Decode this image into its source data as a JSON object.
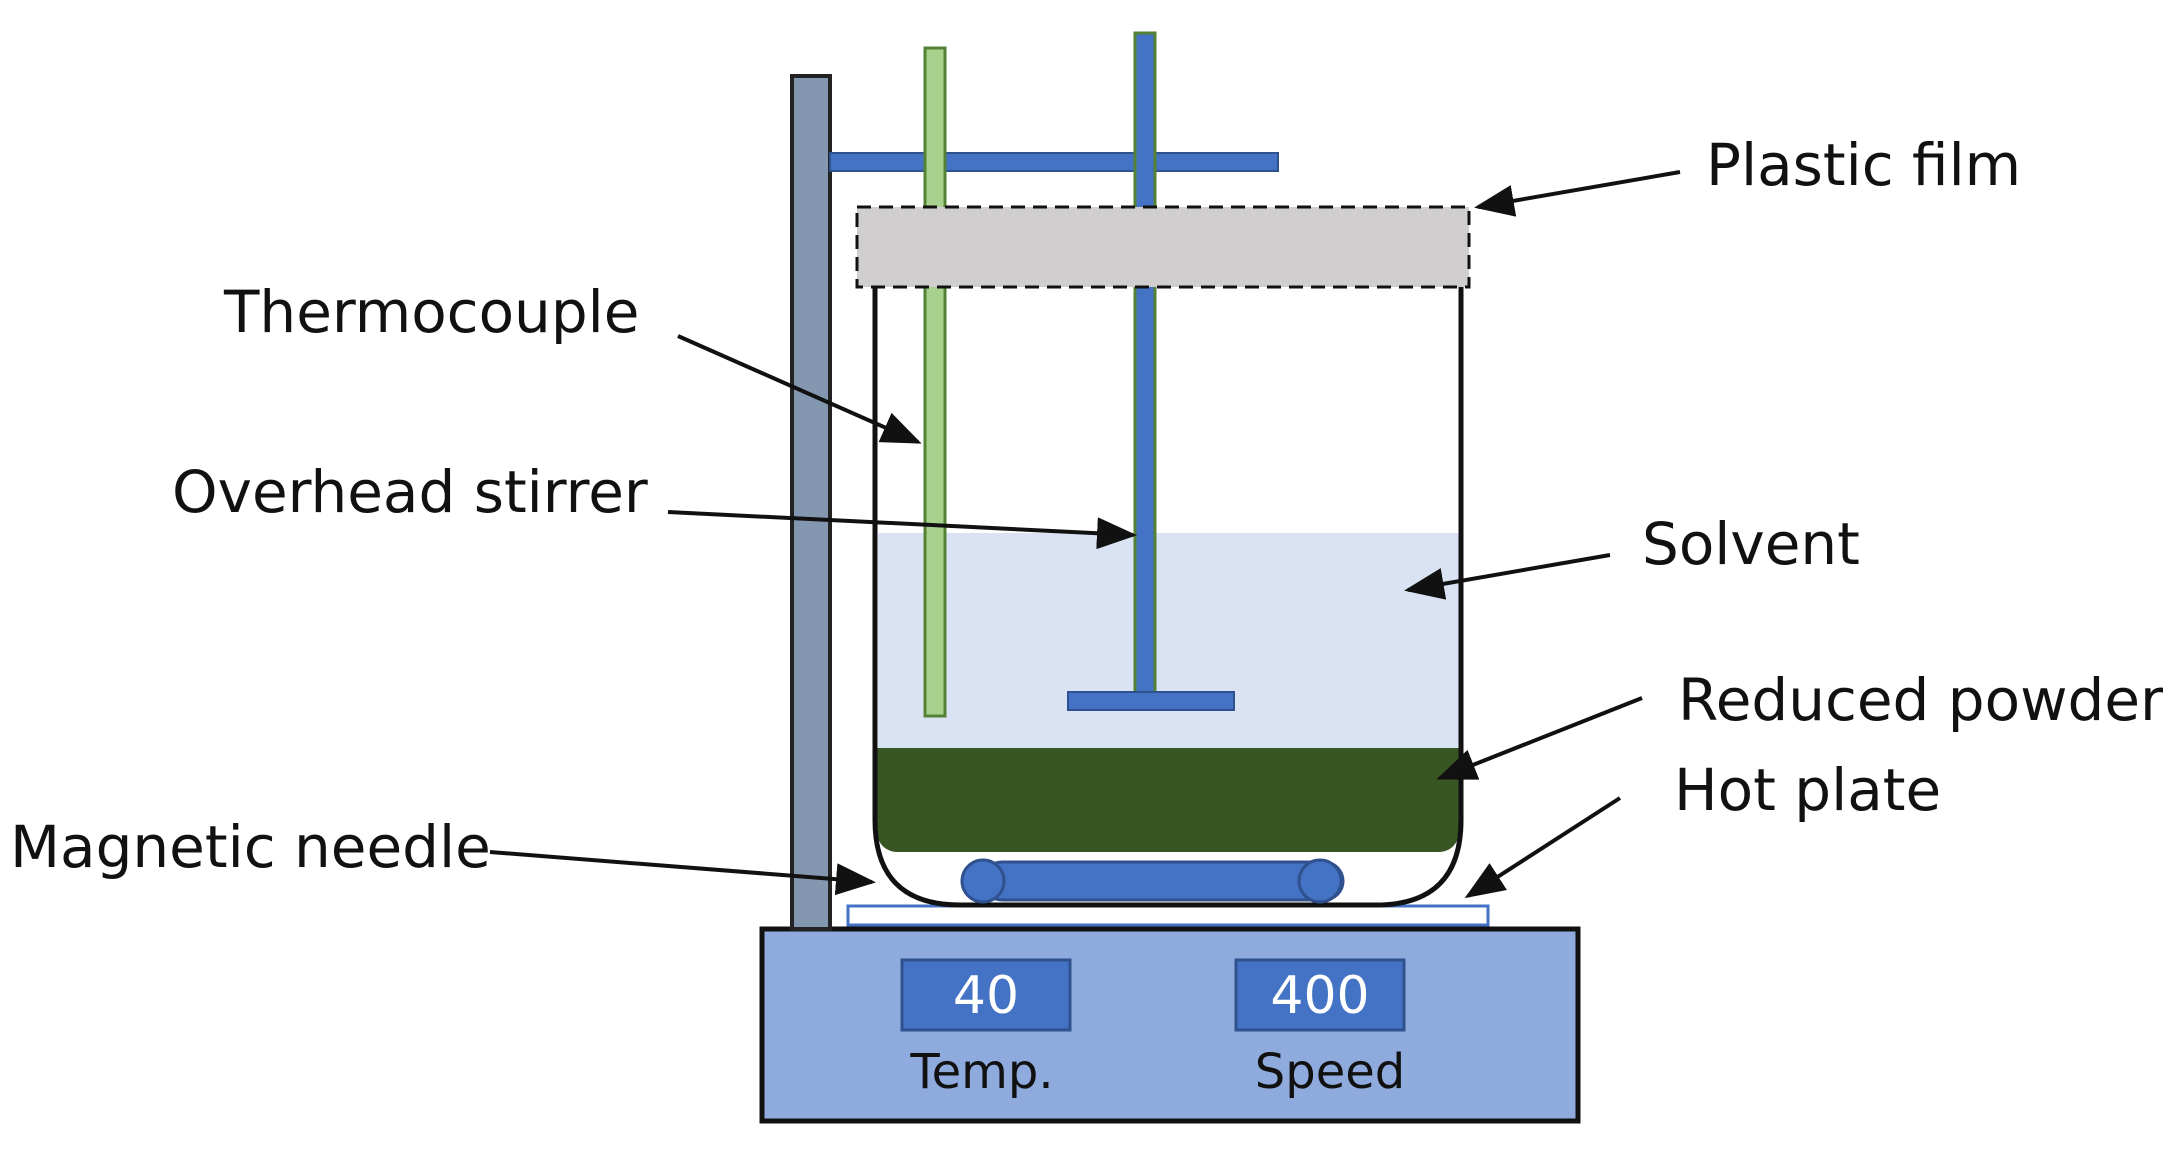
{
  "labels": {
    "plastic_film": "Plastic film",
    "thermocouple": "Thermocouple",
    "overhead_stirrer": "Overhead stirrer",
    "solvent": "Solvent",
    "reduced_powder": "Reduced powder",
    "hot_plate": "Hot plate",
    "magnetic_needle": "Magnetic needle"
  },
  "hot_plate": {
    "temp_value": "40",
    "temp_label": "Temp.",
    "speed_value": "400",
    "speed_label": "Speed"
  },
  "colors": {
    "stand": "#8497b0",
    "clamp": "#4472c4",
    "thermocouple": "#a9d18e",
    "thermocouple_border": "#548235",
    "film": "#d0cece",
    "solvent": "#dae3f3",
    "powder": "#375623",
    "hot_plate": "#8faadc",
    "display": "#4472c4"
  }
}
